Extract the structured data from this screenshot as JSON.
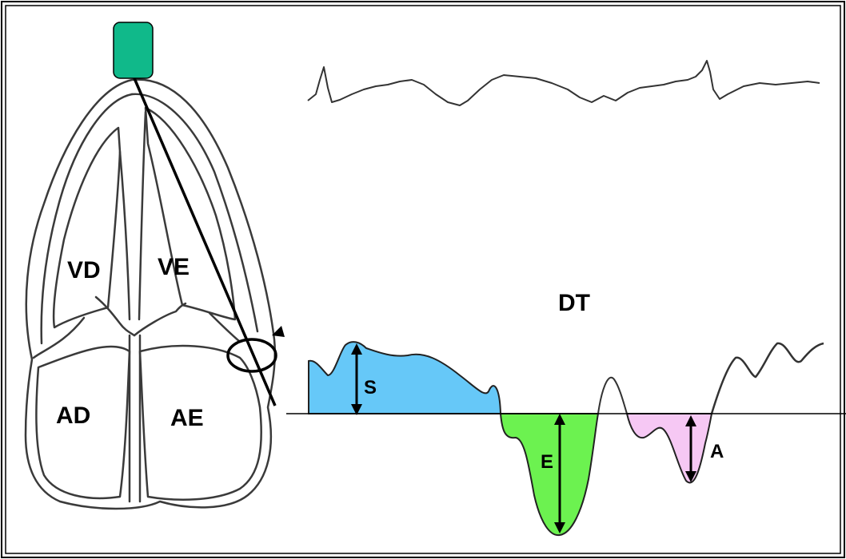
{
  "labels": {
    "vd": "VD",
    "ve": "VE",
    "ad": "AD",
    "ae": "AE",
    "dt": "DT",
    "s": "S",
    "e": "E",
    "a": "A"
  },
  "colors": {
    "transducer": "#10b98a",
    "s_wave": "#66c8f8",
    "e_wave": "#6cf250",
    "a_wave": "#f6c8f4",
    "line": "#000000",
    "trace": "#333333"
  }
}
